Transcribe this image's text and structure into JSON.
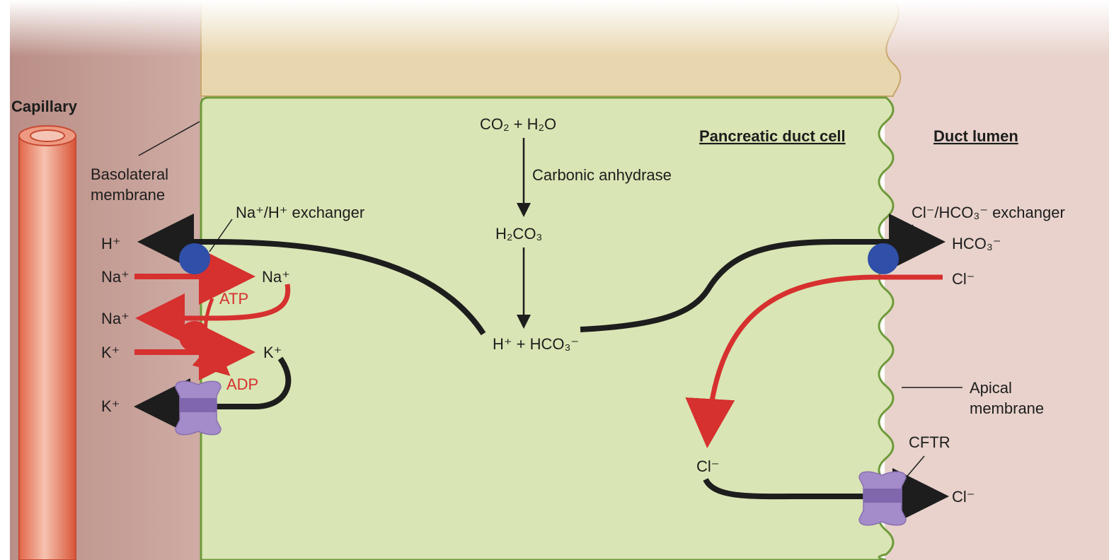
{
  "labels": {
    "capillary": "Capillary",
    "basolateral_1": "Basolateral",
    "basolateral_2": "membrane",
    "cell": "Pancreatic duct cell",
    "lumen": "Duct lumen",
    "nah_exchanger": "Na⁺/H⁺ exchanger",
    "clhco3_exchanger": "Cl⁻/HCO₃⁻ exchanger",
    "carbonic_anhydrase": "Carbonic anhydrase",
    "apical_1": "Apical",
    "apical_2": "membrane",
    "cftr": "CFTR",
    "atp": "ATP",
    "adp": "ADP"
  },
  "chemistry": {
    "co2_h2o": "CO₂ + H₂O",
    "h2co3": "H₂CO₃",
    "h_hco3": "H⁺ + HCO₃⁻",
    "h_out": "H⁺",
    "na_in": "Na⁺",
    "na_in_cell": "Na⁺",
    "na_out": "Na⁺",
    "k_in": "K⁺",
    "k_in_cell": "K⁺",
    "k_out": "K⁺",
    "hco3_lumen": "HCO₃⁻",
    "cl_lumen_1": "Cl⁻",
    "cl_cell": "Cl⁻",
    "cl_lumen_2": "Cl⁻"
  },
  "colors": {
    "cell": "#d9e5b4",
    "cell_border": "#6e9a3a",
    "upper_cell": "#e8d6ae",
    "interstitium": "#c9a59d",
    "lumen": "#e8d2cb",
    "capillary": "#e47a5e",
    "red_arrow": "#d6302f",
    "black_arrow": "#1d1d1d",
    "exchanger": "#2f4fa8",
    "channel": "#a48bc9"
  }
}
